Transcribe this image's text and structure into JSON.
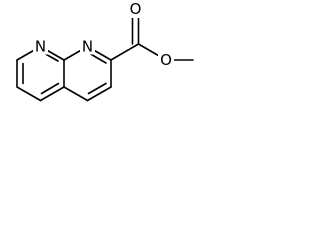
{
  "structure": {
    "atoms": {
      "n1": "N",
      "n8": "N",
      "o_carbonyl": "O",
      "o_ester": "O"
    }
  }
}
